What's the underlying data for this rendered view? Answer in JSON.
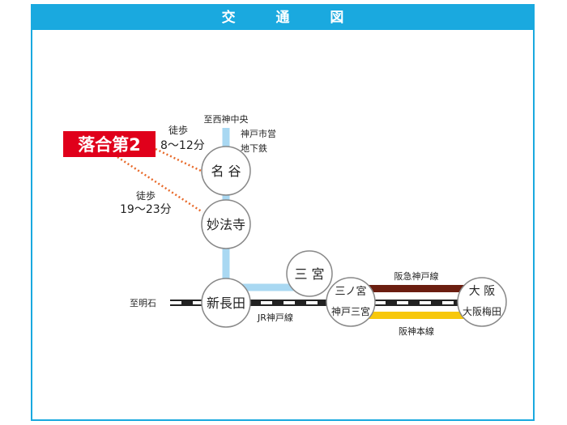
{
  "header": {
    "title": "交 通 図"
  },
  "colors": {
    "header_bg": "#1aa9df",
    "subway_line": "#a9d8f2",
    "hankyu_line": "#6b1e10",
    "hanshin_line": "#f7c80c",
    "destination_bg": "#e0001b",
    "walk_route": "#e86a2a",
    "jr_line": "#222222"
  },
  "destination": {
    "label": "落合第2"
  },
  "walks": [
    {
      "label": "徒歩",
      "time": "8～12分"
    },
    {
      "label": "徒歩",
      "time": "19～23分"
    }
  ],
  "lines": {
    "subway_to": "至西神中央",
    "subway_name_1": "神戸市営",
    "subway_name_2": "地下鉄",
    "jr_to": "至明石",
    "jr_name": "JR神戸線",
    "hankyu_name": "阪急神戸線",
    "hanshin_name": "阪神本線"
  },
  "stations": {
    "nagatani": "名 谷",
    "myohoji": "妙法寺",
    "shinnagata": "新長田",
    "sannomiya": "三 宮",
    "sannomiya_jr_top": "三ノ宮",
    "sannomiya_jr_bottom": "神戸三宮",
    "osaka_top": "大 阪",
    "osaka_bottom": "大阪梅田"
  }
}
